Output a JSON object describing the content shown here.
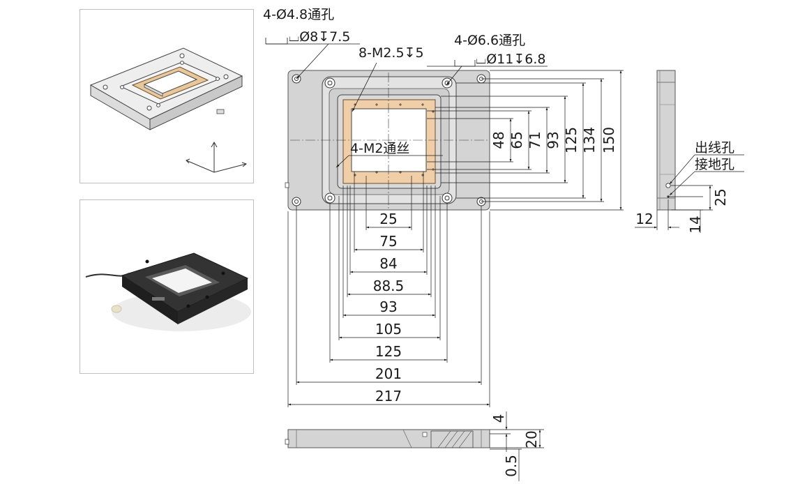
{
  "drawing": {
    "callouts": {
      "through_hole_4_8": "4-Ø4.8通孔",
      "counterbore_8": "⌴Ø8↧7.5",
      "thread_m25": "8-M2.5↧5",
      "through_hole_6_6": "4-Ø6.6通孔",
      "counterbore_11": "⌴Ø11↧6.8",
      "thread_m2": "4-M2通丝",
      "cable_hole": "出线孔",
      "ground_hole": "接地孔"
    },
    "horizontal_dims": [
      "25",
      "75",
      "84",
      "88.5",
      "93",
      "105",
      "125",
      "201",
      "217"
    ],
    "vertical_dims": [
      "48",
      "65",
      "71",
      "93",
      "125",
      "134",
      "150"
    ],
    "side_dims": {
      "d25": "25",
      "d12": "12",
      "d14": "14"
    },
    "bottom_dims": {
      "d4": "4",
      "d20": "20",
      "d05": "0.5"
    }
  },
  "colors": {
    "plate": "#d4d4d4",
    "plate_edge": "#555555",
    "aperture_ring": "#f0cfa8",
    "line": "#1a1a1a",
    "iso_plate": "#e6e6e6",
    "iso_ring": "#e8c79a",
    "photo_body": "#2b2b2b"
  },
  "icons": {
    "iso_view": "isometric-stage-drawing",
    "photo": "stage-product-photo",
    "axes": "xyz-axes-icon"
  }
}
